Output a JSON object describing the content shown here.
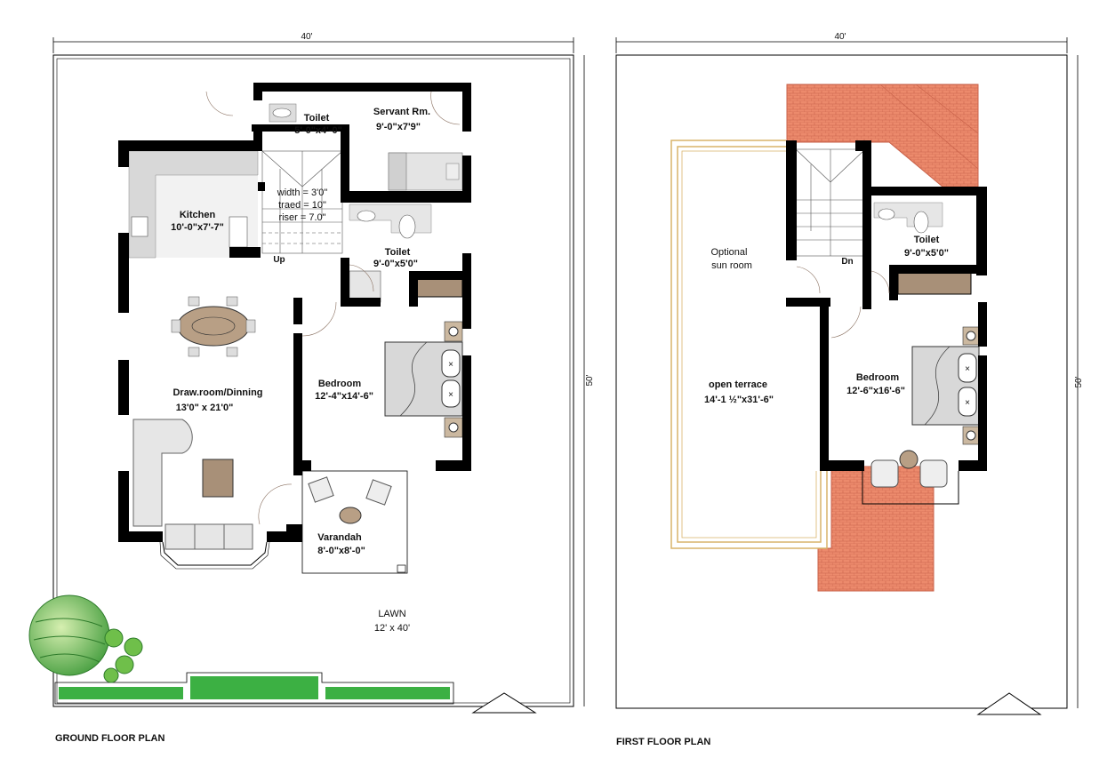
{
  "ground_floor": {
    "title": "GROUND FLOOR  PLAN",
    "width_dim": "40'",
    "depth_dim": "50'",
    "rooms": {
      "toilet_small": {
        "name": "Toilet",
        "size": "5'-0\"x4'-0\""
      },
      "servant": {
        "name": "Servant Rm.",
        "size": "9'-0\"x7'9\""
      },
      "stair": {
        "width": "width = 3'0\"",
        "tread": "traed = 10\"",
        "riser": "riser = 7.0\"",
        "up": "Up"
      },
      "kitchen": {
        "name": "Kitchen",
        "size": "10'-0\"x7'-7\""
      },
      "toilet": {
        "name": "Toilet",
        "size": "9'-0\"x5'0\""
      },
      "drawing": {
        "name": "Draw.room/Dinning",
        "size": "13'0\" x 21'0\""
      },
      "bedroom": {
        "name": "Bedroom",
        "size": "12'-4\"x14'-6\""
      },
      "varandah": {
        "name": "Varandah",
        "size": "8'-0\"x8'-0\""
      },
      "lawn": {
        "name": "LAWN",
        "size": "12' x 40'"
      }
    }
  },
  "first_floor": {
    "title": "FIRST FLOOR  PLAN",
    "width_dim": "40'",
    "depth_dim": "50'",
    "rooms": {
      "sun_room": {
        "line1": "Optional",
        "line2": "sun room"
      },
      "terrace": {
        "name": "open  terrace",
        "size": "14'-1 ½\"x31'-6\""
      },
      "stair": {
        "down": "Dn"
      },
      "toilet": {
        "name": "Toilet",
        "size": "9'-0\"x5'0\""
      },
      "bedroom": {
        "name": "Bedroom",
        "size": "12'-6\"x16'-6\""
      }
    }
  },
  "colors": {
    "wall": "#000000",
    "roof": "#e8876a",
    "terrace_border": "#d9b46a",
    "lawn_green": "#3cb043",
    "furniture": "#e6e6e6",
    "wood": "#a89078"
  }
}
